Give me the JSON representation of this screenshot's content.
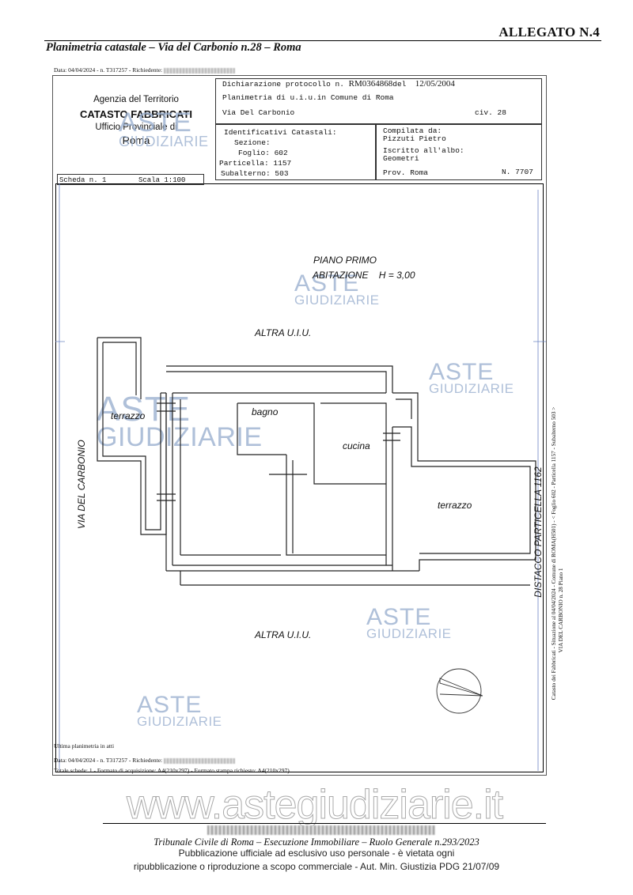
{
  "header": {
    "allegato": "ALLEGATO N.4",
    "title": "Planimetria catastale – Via del Carbonio n.28 – Roma"
  },
  "top_data_line": {
    "text": "Data: 04/04/2024 - n. T317257 - Richiedente:"
  },
  "agency": {
    "line1": "Agenzia del Territorio",
    "line2": "CATASTO FABBRICATI",
    "line3": "Ufficio Provinciale di",
    "line4": "Roma"
  },
  "form": {
    "dichiarazione_label": "Dichiarazione protocollo n.",
    "protocollo": "RM0364868",
    "del_label": "del",
    "date": "12/05/2004",
    "planimetria": "Planimetria di u.i.u.in Comune di Roma",
    "via": "Via Del Carbonio",
    "civ": "civ. 28",
    "identificativi": "Identificativi Catastali:",
    "sezione": "Sezione:",
    "foglio": "Foglio: 602",
    "particella": "Particella: 1157",
    "subalterno": "Subalterno: 503",
    "compilata_label": "Compilata da:",
    "compilata_nome": "Pizzuti Pietro",
    "iscritto_label": "Iscritto all'albo:",
    "iscritto_val": "Geometri",
    "prov": "Prov. Roma",
    "numero": "N.  7707",
    "scheda": "Scheda n. 1",
    "scala": "Scala 1:100"
  },
  "plan": {
    "piano": "PIANO PRIMO",
    "abitazione": "ABITAZIONE",
    "altezza": "H = 3,00",
    "altra_top": "ALTRA U.I.U.",
    "altra_bottom": "ALTRA U.I.U.",
    "terrazzo_left": "terrazzo",
    "bagno": "bagno",
    "cucina": "cucina",
    "terrazzo_right": "terrazzo",
    "street_left": "VIA DEL CARBONIO",
    "distacco": "DISTACCO PARTICELLA 1162"
  },
  "side_text": {
    "line1": "Catasto dei Fabbricati - Situazione al 04/04/2024 - Comune di ROMA(H501) - < Foglio 602 - Particella 1157 - Subalterno 503 >",
    "line2": "VIA DEL CARBONIO n. 28 Piano 1"
  },
  "watermark": {
    "aste": "ASTE",
    "giudiziarie": "GIUDIZIARIE"
  },
  "bottom_block": {
    "ultima": "Ultima planimetria in atti",
    "data_line": "Data: 04/04/2024 - n. T317257 - Richiedente:",
    "totale": "Totale schede: 1 - Formato di acquisizione: A4(210x297)  - Formato stampa richiesto: A4(210x297)"
  },
  "website": "www.astegiudiziarie.it",
  "footer": {
    "tribunale": "Tribunale Civile di Roma – Esecuzione Immobiliare – Ruolo Generale n.293/2023",
    "pubblicazione": "Pubblicazione ufficiale ad esclusivo uso personale - è vietata ogni",
    "ripubblicazione": "ripubblicazione o riproduzione a scopo commerciale - Aut. Min. Giustizia PDG 21/07/09"
  }
}
